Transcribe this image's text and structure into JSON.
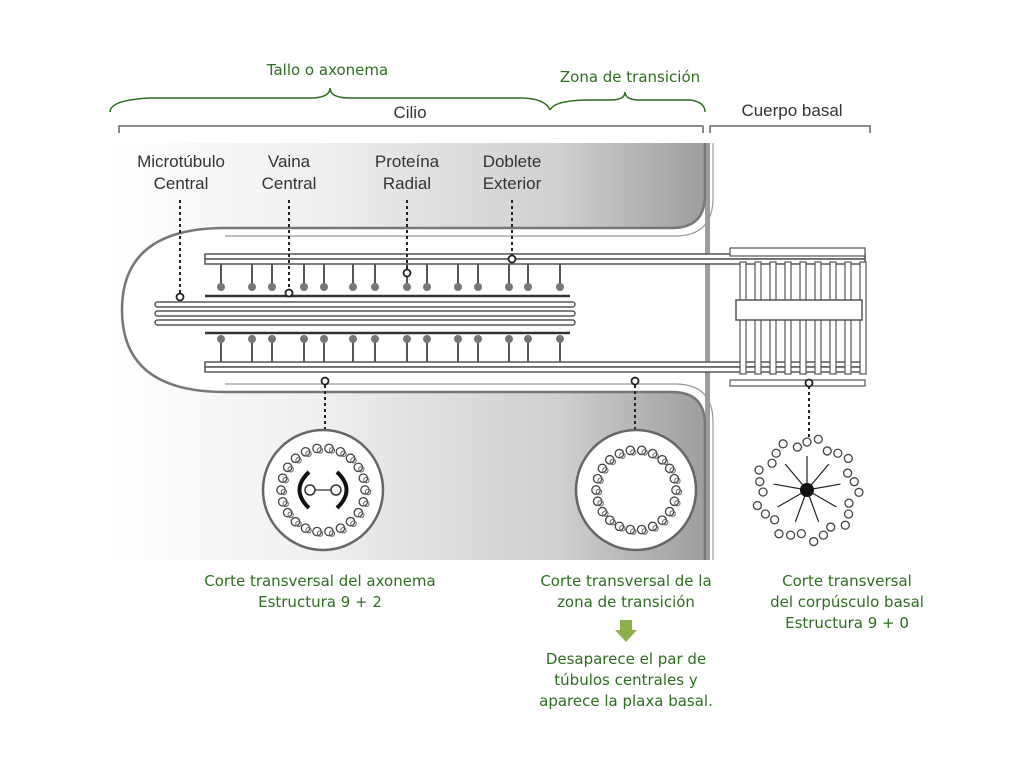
{
  "colors": {
    "label_green": "#2d6e1f",
    "arrow_green": "#8db04a",
    "structure_grey": "#666666"
  },
  "brackets": {
    "shaft": "Tallo o axonema",
    "transition_zone": "Zona de transición",
    "cilium": "Cilio",
    "basal_body": "Cuerpo basal"
  },
  "structures": {
    "central_microtubule": "Microtúbulo\nCentral",
    "central_sheath": "Vaina\nCentral",
    "radial_protein": "Proteína\nRadial",
    "outer_doublet": "Doblete\nExterior"
  },
  "captions": {
    "axoneme": "Corte transversal  del axonema\nEstructura 9 + 2",
    "transition": "Corte transversal  de la\nzona de transición",
    "basal": "Corte transversal\ndel corpúsculo basal\nEstructura 9 + 0",
    "transition_note": "Desaparece el par de\ntúbulos centrales y\naparece la plaxa basal."
  },
  "icons": {
    "note_arrow": "arrow-down-icon"
  }
}
